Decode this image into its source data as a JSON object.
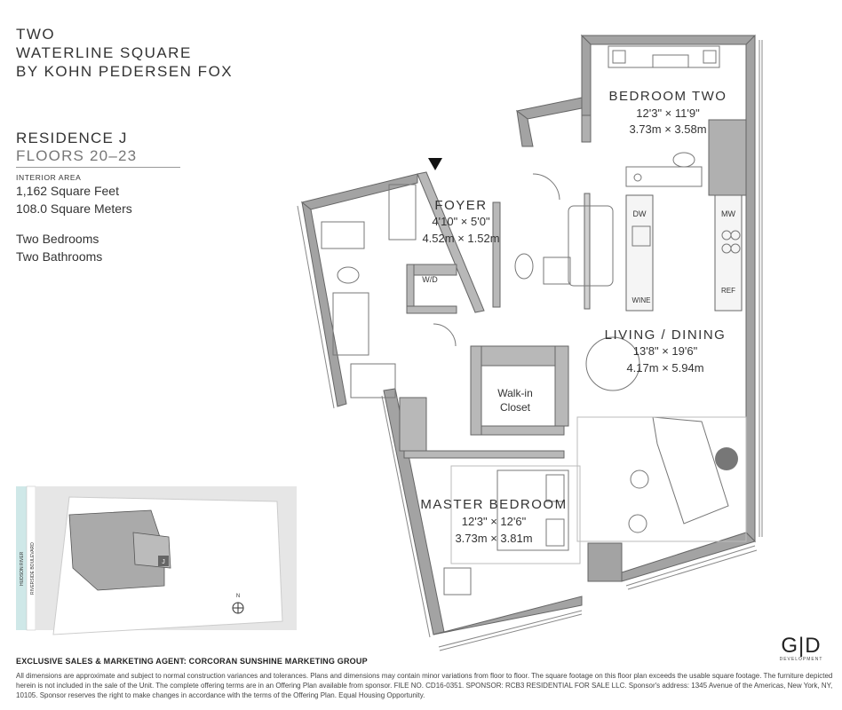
{
  "project": {
    "line1": "TWO",
    "line2": "WATERLINE SQUARE",
    "line3": "BY KOHN PEDERSEN FOX"
  },
  "residence": {
    "name": "RESIDENCE J",
    "floors": "FLOORS 20–23",
    "interior_label": "INTERIOR AREA",
    "sqft": "1,162 Square Feet",
    "sqm": "108.0 Square Meters",
    "bedrooms": "Two Bedrooms",
    "bathrooms": "Two Bathrooms"
  },
  "rooms": {
    "bedroom_two": {
      "name": "BEDROOM TWO",
      "imperial": "12'3\" × 11'9\"",
      "metric": "3.73m × 3.58m"
    },
    "foyer": {
      "name": "FOYER",
      "imperial": "4'10\" × 5'0\"",
      "metric": "4.52m × 1.52m"
    },
    "living": {
      "name": "LIVING / DINING",
      "imperial": "13'8\" × 19'6\"",
      "metric": "4.17m × 5.94m"
    },
    "master": {
      "name": "MASTER BEDROOM",
      "imperial": "12'3\" × 12'6\"",
      "metric": "3.73m × 3.81m"
    },
    "closet": {
      "line1": "Walk-in",
      "line2": "Closet"
    }
  },
  "appliances": {
    "dw": "DW",
    "mw": "MW",
    "wine": "WINE",
    "ref": "REF",
    "wd": "W/D"
  },
  "keyplan": {
    "river": "HUDSON RIVER",
    "boulevard": "RIVERSIDE BOULEVARD",
    "unit": "J",
    "north": "N"
  },
  "footer": {
    "agent": "EXCLUSIVE SALES & MARKETING AGENT: CORCORAN SUNSHINE MARKETING GROUP",
    "disclaimer": "All dimensions are approximate and subject to normal construction variances and tolerances. Plans and dimensions may contain minor variations from floor to floor. The square footage on this floor plan exceeds the usable square footage. The furniture depicted herein is not included in the sale of the Unit. The complete offering terms are in an Offering Plan available from sponsor. FILE NO. CD16-0351. SPONSOR: RCB3 RESIDENTIAL FOR SALE LLC. Sponsor's address: 1345 Avenue of the Americas, New York, NY, 10105. Sponsor reserves the right to make changes in accordance with the terms of the Offering Plan. Equal Housing Opportunity."
  },
  "logo": {
    "mark": "G|D",
    "sub": "DEVELOPMENT"
  },
  "colors": {
    "wall": "#9a9a9a",
    "line": "#555555",
    "keyplan_water": "#cfe8e8",
    "keyplan_land": "#e4e4e4"
  }
}
